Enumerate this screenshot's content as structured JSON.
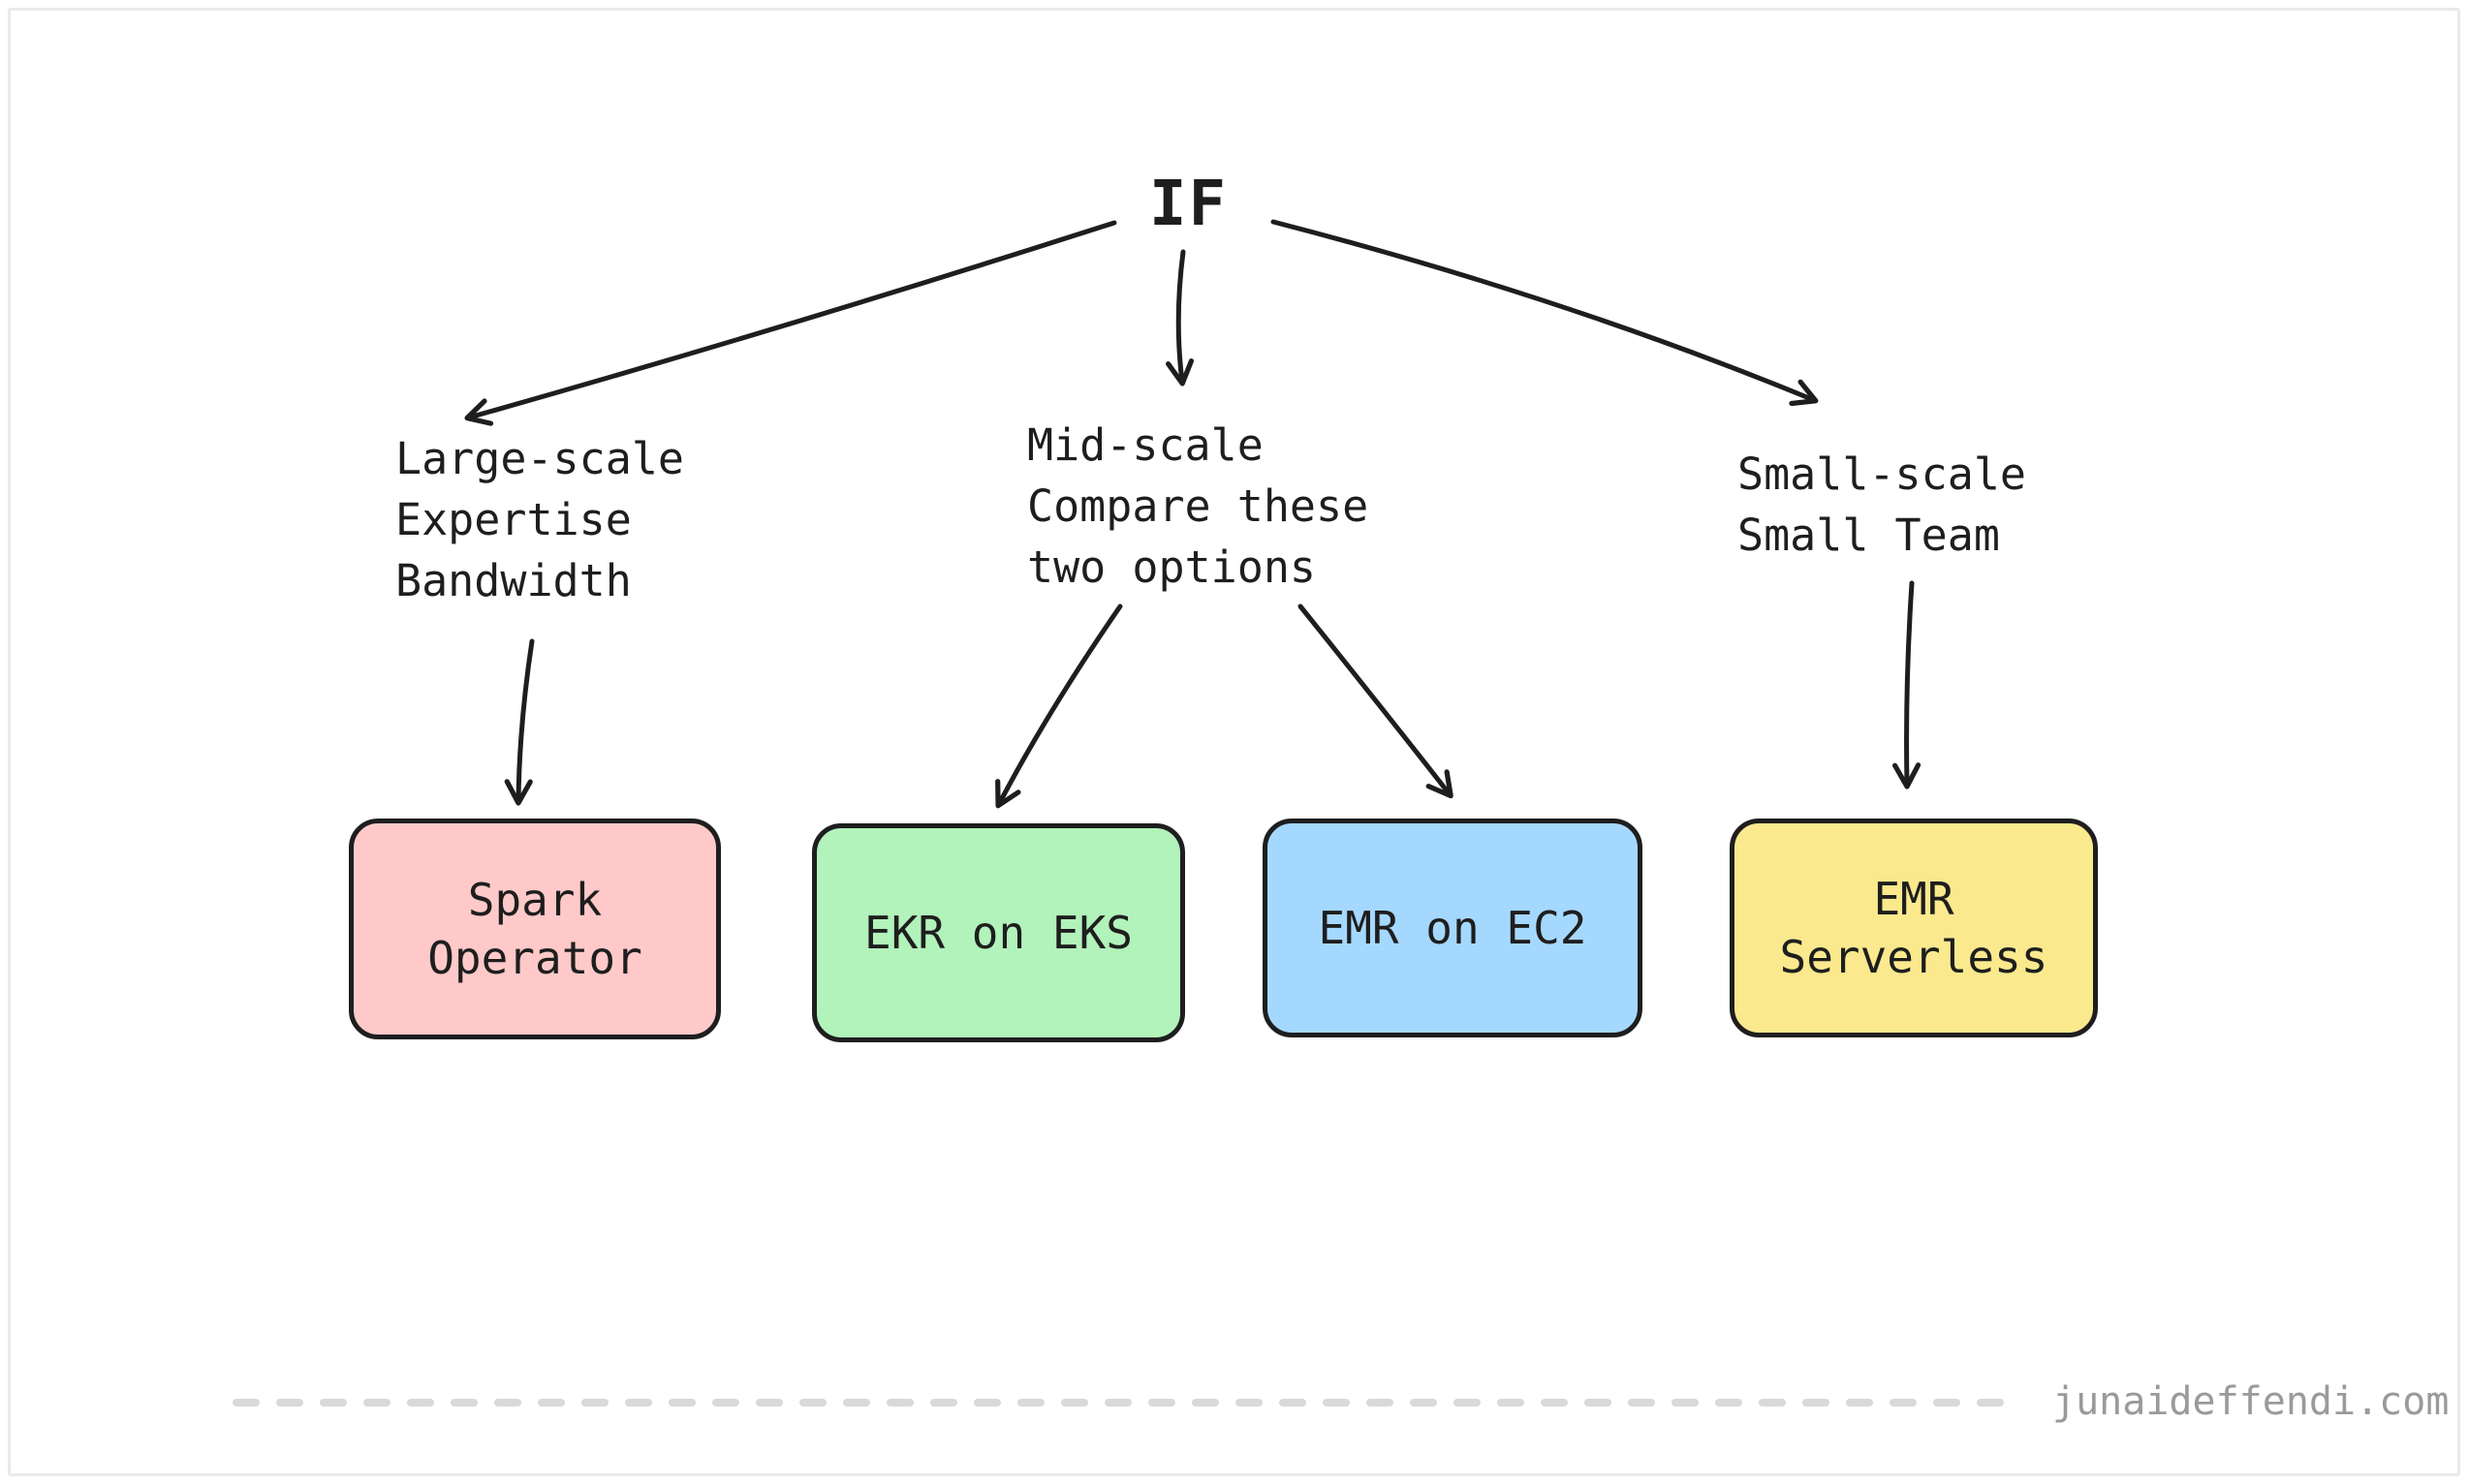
{
  "diagram": {
    "root": {
      "label": "IF"
    },
    "branches": [
      {
        "id": "large-scale",
        "condition": "Large-scale\nExpertise\nBandwidth",
        "target": "Spark Operator"
      },
      {
        "id": "mid-scale",
        "condition": "Mid-scale\nCompare these\ntwo options",
        "targets": [
          "EKR on EKS",
          "EMR on EC2"
        ]
      },
      {
        "id": "small-scale",
        "condition": "Small-scale\nSmall Team",
        "target": "EMR Serverless"
      }
    ],
    "options": [
      {
        "id": "spark-operator",
        "label": "Spark\nOperator",
        "fill": "#ffc9c9"
      },
      {
        "id": "ekr-on-eks",
        "label": "EKR on EKS",
        "fill": "#b2f2bb"
      },
      {
        "id": "emr-on-ec2",
        "label": "EMR on EC2",
        "fill": "#a5d8ff"
      },
      {
        "id": "emr-serverless",
        "label": "EMR\nServerless",
        "fill": "#fbe98e"
      }
    ]
  },
  "footer": {
    "watermark": "junaideffendi.com"
  },
  "colors": {
    "stroke": "#1e1e1e",
    "pink": "#ffc9c9",
    "green": "#b2f2bb",
    "blue": "#a5d8ff",
    "yellow": "#fbe98e",
    "dash_line": "#d9d9d9",
    "watermark_text": "#9a9a9a",
    "frame_border": "#eaeaea"
  }
}
